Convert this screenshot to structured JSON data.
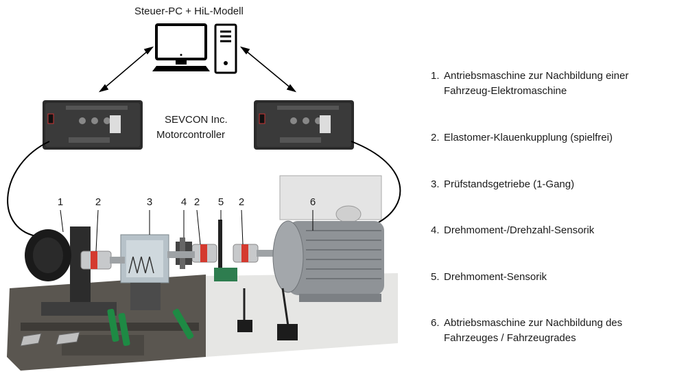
{
  "top_label": "Steuer-PC + HiL-Modell",
  "controller_label": {
    "line1": "SEVCON Inc.",
    "line2": "Motorcontroller"
  },
  "callouts": [
    "1",
    "2",
    "3",
    "4",
    "2",
    "5",
    "2",
    "6"
  ],
  "legend": [
    {
      "num": "1.",
      "text": "Antriebsmaschine zur Nachbildung einer Fahrzeug-Elektromaschine"
    },
    {
      "num": "2.",
      "text": "Elastomer-Klauenkupplung (spielfrei)"
    },
    {
      "num": "3.",
      "text": "Prüfstandsgetriebe (1-Gang)"
    },
    {
      "num": "4.",
      "text": "Drehmoment-/Drehzahl-Sensorik"
    },
    {
      "num": "5.",
      "text": "Drehmoment-Sensorik"
    },
    {
      "num": "6.",
      "text": "Abtriebsmaschine zur Nachbildung des Fahrzeuges / Fahrzeugrades"
    }
  ],
  "colors": {
    "accent_red": "#d43a2f",
    "green": "#1e8a44",
    "metal": "#a9acaf"
  }
}
